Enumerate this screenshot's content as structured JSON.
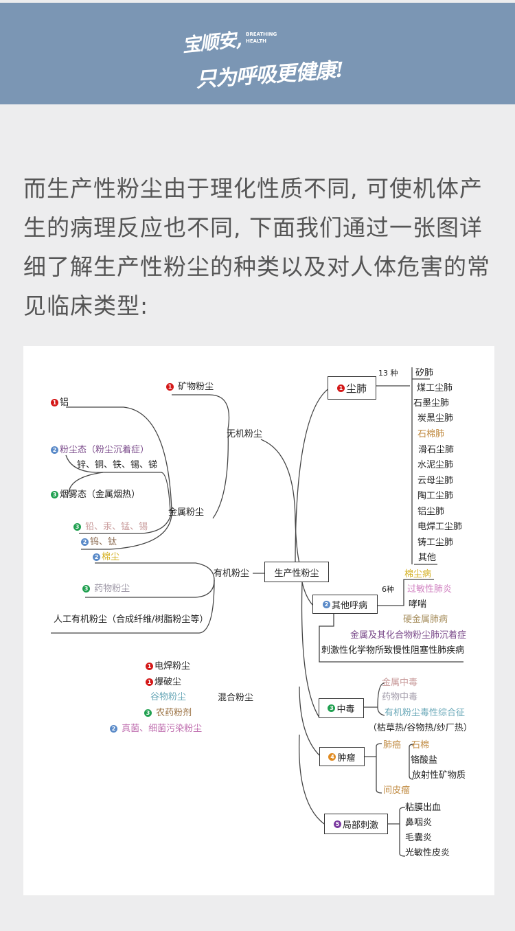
{
  "header": {
    "slogan_line1": "宝顺安,",
    "slogan_english_1": "BREATHING",
    "slogan_english_2": "HEALTH",
    "slogan_line2": "只为呼吸更健康!"
  },
  "intro_text": "而生产性粉尘由于理化性质不同, 可使机体产生的病理反应也不同, 下面我们通过一张图详细了解生产性粉尘的种类以及对人体危害的常见临床类型:",
  "diagram": {
    "root": "生产性粉尘",
    "left": {
      "inorganic": "无机粉尘",
      "mineral": "矿物粉尘",
      "metal": "金属粉尘",
      "aluminum": "铝",
      "dust_state": "粉尘态（粉尘沉着症）",
      "dust_state_metals": "锌、铜、铁、锡、锑",
      "fume_state": "烟雾态（金属烟热）",
      "lead_group": "铅、汞、锰、锡",
      "tungsten": "钨、钛",
      "organic": "有机粉尘",
      "cotton": "棉尘",
      "drug": "药物粉尘",
      "artificial": "人工有机粉尘（合成纤维/树脂粉尘等）",
      "mixed": "混合粉尘",
      "welding": "电焊粉尘",
      "blasting": "爆破尘",
      "grain": "谷物粉尘",
      "pesticide": "农药粉剂",
      "fungi": "真菌、细菌污染粉尘"
    },
    "right": {
      "pneumoconiosis": "尘肺",
      "pneumo_count": "13 种",
      "pneumo_list": [
        "矽肺",
        "煤工尘肺",
        "石墨尘肺",
        "炭黑尘肺",
        "石棉肺",
        "滑石尘肺",
        "水泥尘肺",
        "云母尘肺",
        "陶工尘肺",
        "铝尘肺",
        "电焊工尘肺",
        "铸工尘肺",
        "其他"
      ],
      "other_resp": "其他呼病",
      "other_count": "6种",
      "other_list": [
        "棉尘病",
        "过敏性肺炎",
        "哮喘",
        "硬金属肺病",
        "金属及其化合物粉尘肺沉着症",
        "刺激性化学物所致慢性阻塞性肺疾病"
      ],
      "poisoning": "中毒",
      "poison_list": [
        "金属中毒",
        "药物中毒",
        "有机粉尘毒性综合征",
        "（枯草热/谷物热/纱厂热）"
      ],
      "tumor": "肿瘤",
      "lung_cancer": "肺癌",
      "cancer_causes": [
        "石棉",
        "铬酸盐",
        "放射性矿物质"
      ],
      "mesothelioma": "间皮瘤",
      "irritation": "局部刺激",
      "irritation_list": [
        "粘膜出血",
        "鼻咽炎",
        "毛囊炎",
        "光敏性皮炎"
      ]
    },
    "badges": {
      "one": "1",
      "two": "2",
      "three": "3",
      "four": "4",
      "five": "5"
    },
    "colors": {
      "purple": "#7a4a8a",
      "pink_gray": "#c89a9a",
      "yellow": "#d4b020",
      "teal": "#6aa8b8",
      "orange": "#c08a40"
    }
  }
}
